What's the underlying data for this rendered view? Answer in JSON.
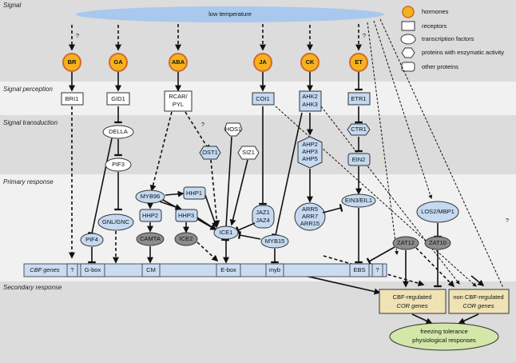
{
  "bands": {
    "signal": "Signal",
    "perception": "Signal perception",
    "transduction": "Signal transduction",
    "primary": "Primary response",
    "secondary": "Secondary response"
  },
  "signal_label": "low  temperature",
  "legend": {
    "hormones": "hormones",
    "receptors": "receptors",
    "tf": "transcription factors",
    "enzymes": "proteins with enzymatic activity",
    "other": "other proteins"
  },
  "hormones": [
    "BR",
    "GA",
    "ABA",
    "JA",
    "CK",
    "ET"
  ],
  "question": "?",
  "receptors": {
    "bri1": "BRI1",
    "gid1": "GID1",
    "rcar1": "RCAR/",
    "rcar2": "PYL",
    "coi1": "COI1",
    "ahk1": "AHK2",
    "ahk2": "AHK3",
    "etr1": "ETR1"
  },
  "nodes": {
    "della": "DELLA",
    "pif3": "PIF3",
    "hos1": "HOS1",
    "ost1": "OST1",
    "siz1": "SIZ1",
    "ahp1": "AHP2",
    "ahp2": "AHP3",
    "ahp3": "AHP5",
    "ctr1": "CTR1",
    "ein2": "EIN2",
    "myb96": "MYB96",
    "hhp1": "HHP1",
    "hhp2": "HHP2",
    "hhp3": "HHP3",
    "jaz1": "JAZ1",
    "jaz2": "JAZ4",
    "arr1": "ARR5",
    "arr2": "ARR7",
    "arr3": "ARR15",
    "ein3": "EIN3/EIL1",
    "los2": "LOS2/MBP1",
    "gnl": "GNL/GNC",
    "pif4": "PIF4",
    "camta": "CAMTA",
    "ice2": "ICE2",
    "ice1": "ICE1",
    "myb15": "MYB15",
    "zat12": "ZAT12",
    "zat10": "ZAT10"
  },
  "cbf": {
    "label": "CBF genes",
    "gbox": "G-box",
    "cm": "CM",
    "ebox": "E-box",
    "myb": "myb",
    "ebs": "EBS"
  },
  "cor": {
    "cbf_reg1": "CBF-regulated",
    "cbf_reg2": "COR genes",
    "non_reg1": "non CBF-regulated",
    "non_reg2": "COR genes"
  },
  "outcome": {
    "line1": "freezing tolerance",
    "line2": "physiological responses"
  },
  "colors": {
    "band_gray": "#dcdcdc",
    "band_light": "#f1f1f1",
    "hormone_fill": "#f6b21c",
    "hormone_ring": "#d2692a",
    "blue_fill": "#c5d9f1",
    "blue_band": "#c9dcf2",
    "gray_node": "#8c8c8c",
    "cor_fill": "#efe3b6",
    "green_fill": "#d3e7a9",
    "signal_fill": "#a8c8ee"
  }
}
